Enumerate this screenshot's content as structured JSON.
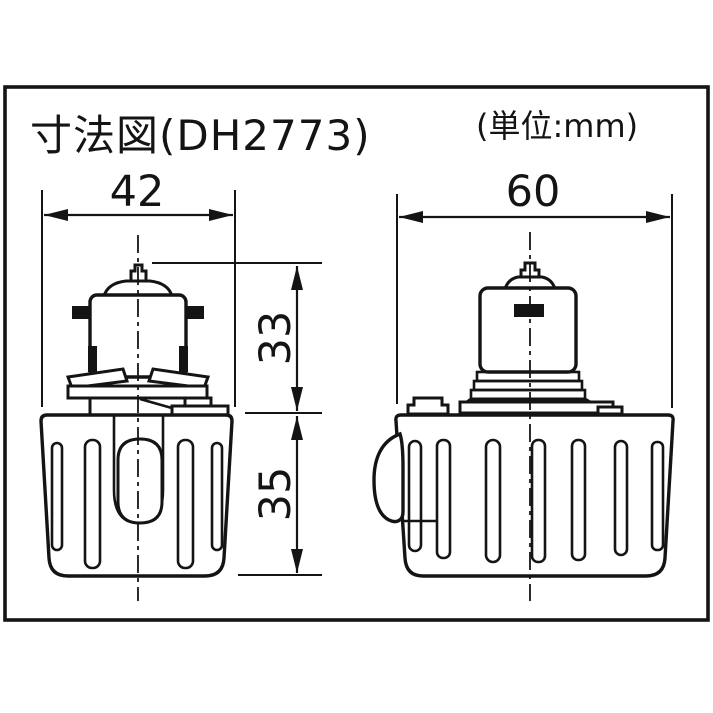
{
  "title": "寸法図(DH2773)",
  "unit_note": "(単位:mm)",
  "model": "DH2773",
  "unit": "mm",
  "dimensions": {
    "left_view_width_mm": "42",
    "right_view_width_mm": "60",
    "upper_section_height_mm": "33",
    "lower_section_height_mm": "35"
  }
}
